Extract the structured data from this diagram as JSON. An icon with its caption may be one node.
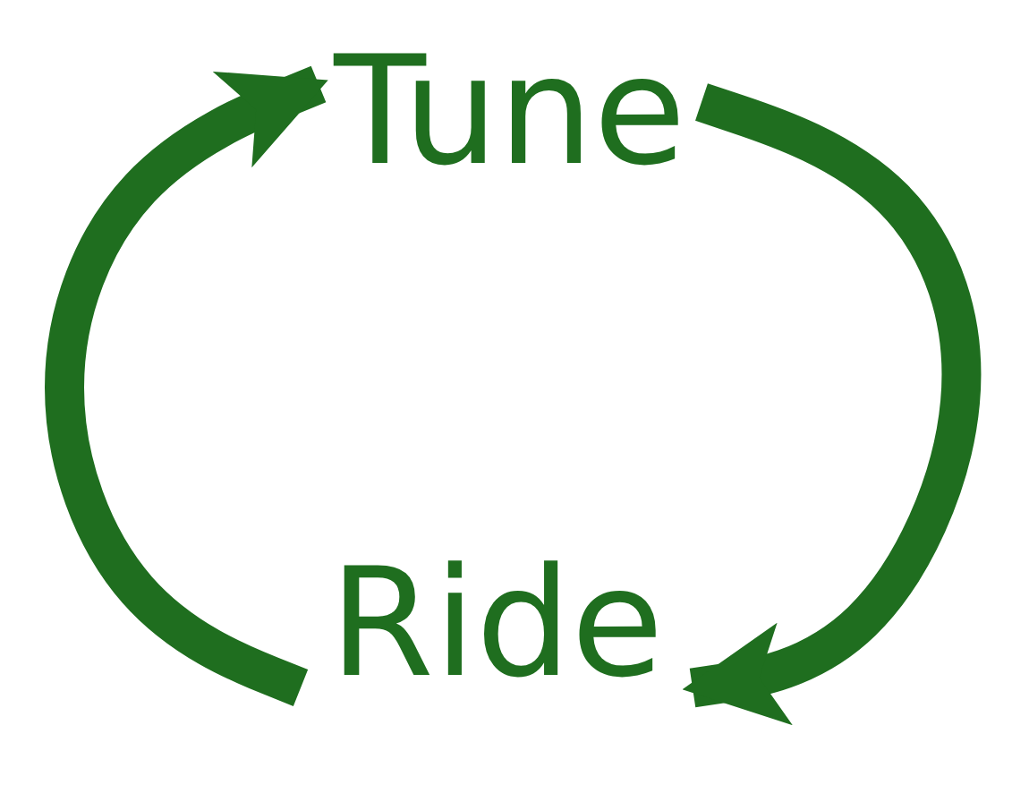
{
  "diagram": {
    "nodes": [
      {
        "text": [
          "Tune"
        ]
      },
      {
        "text": [
          "Ride"
        ]
      }
    ],
    "edges": [
      {
        "from": 0,
        "to": 1,
        "arrow": "to"
      },
      {
        "from": 1,
        "to": 0,
        "arrow": "to"
      }
    ]
  }
}
